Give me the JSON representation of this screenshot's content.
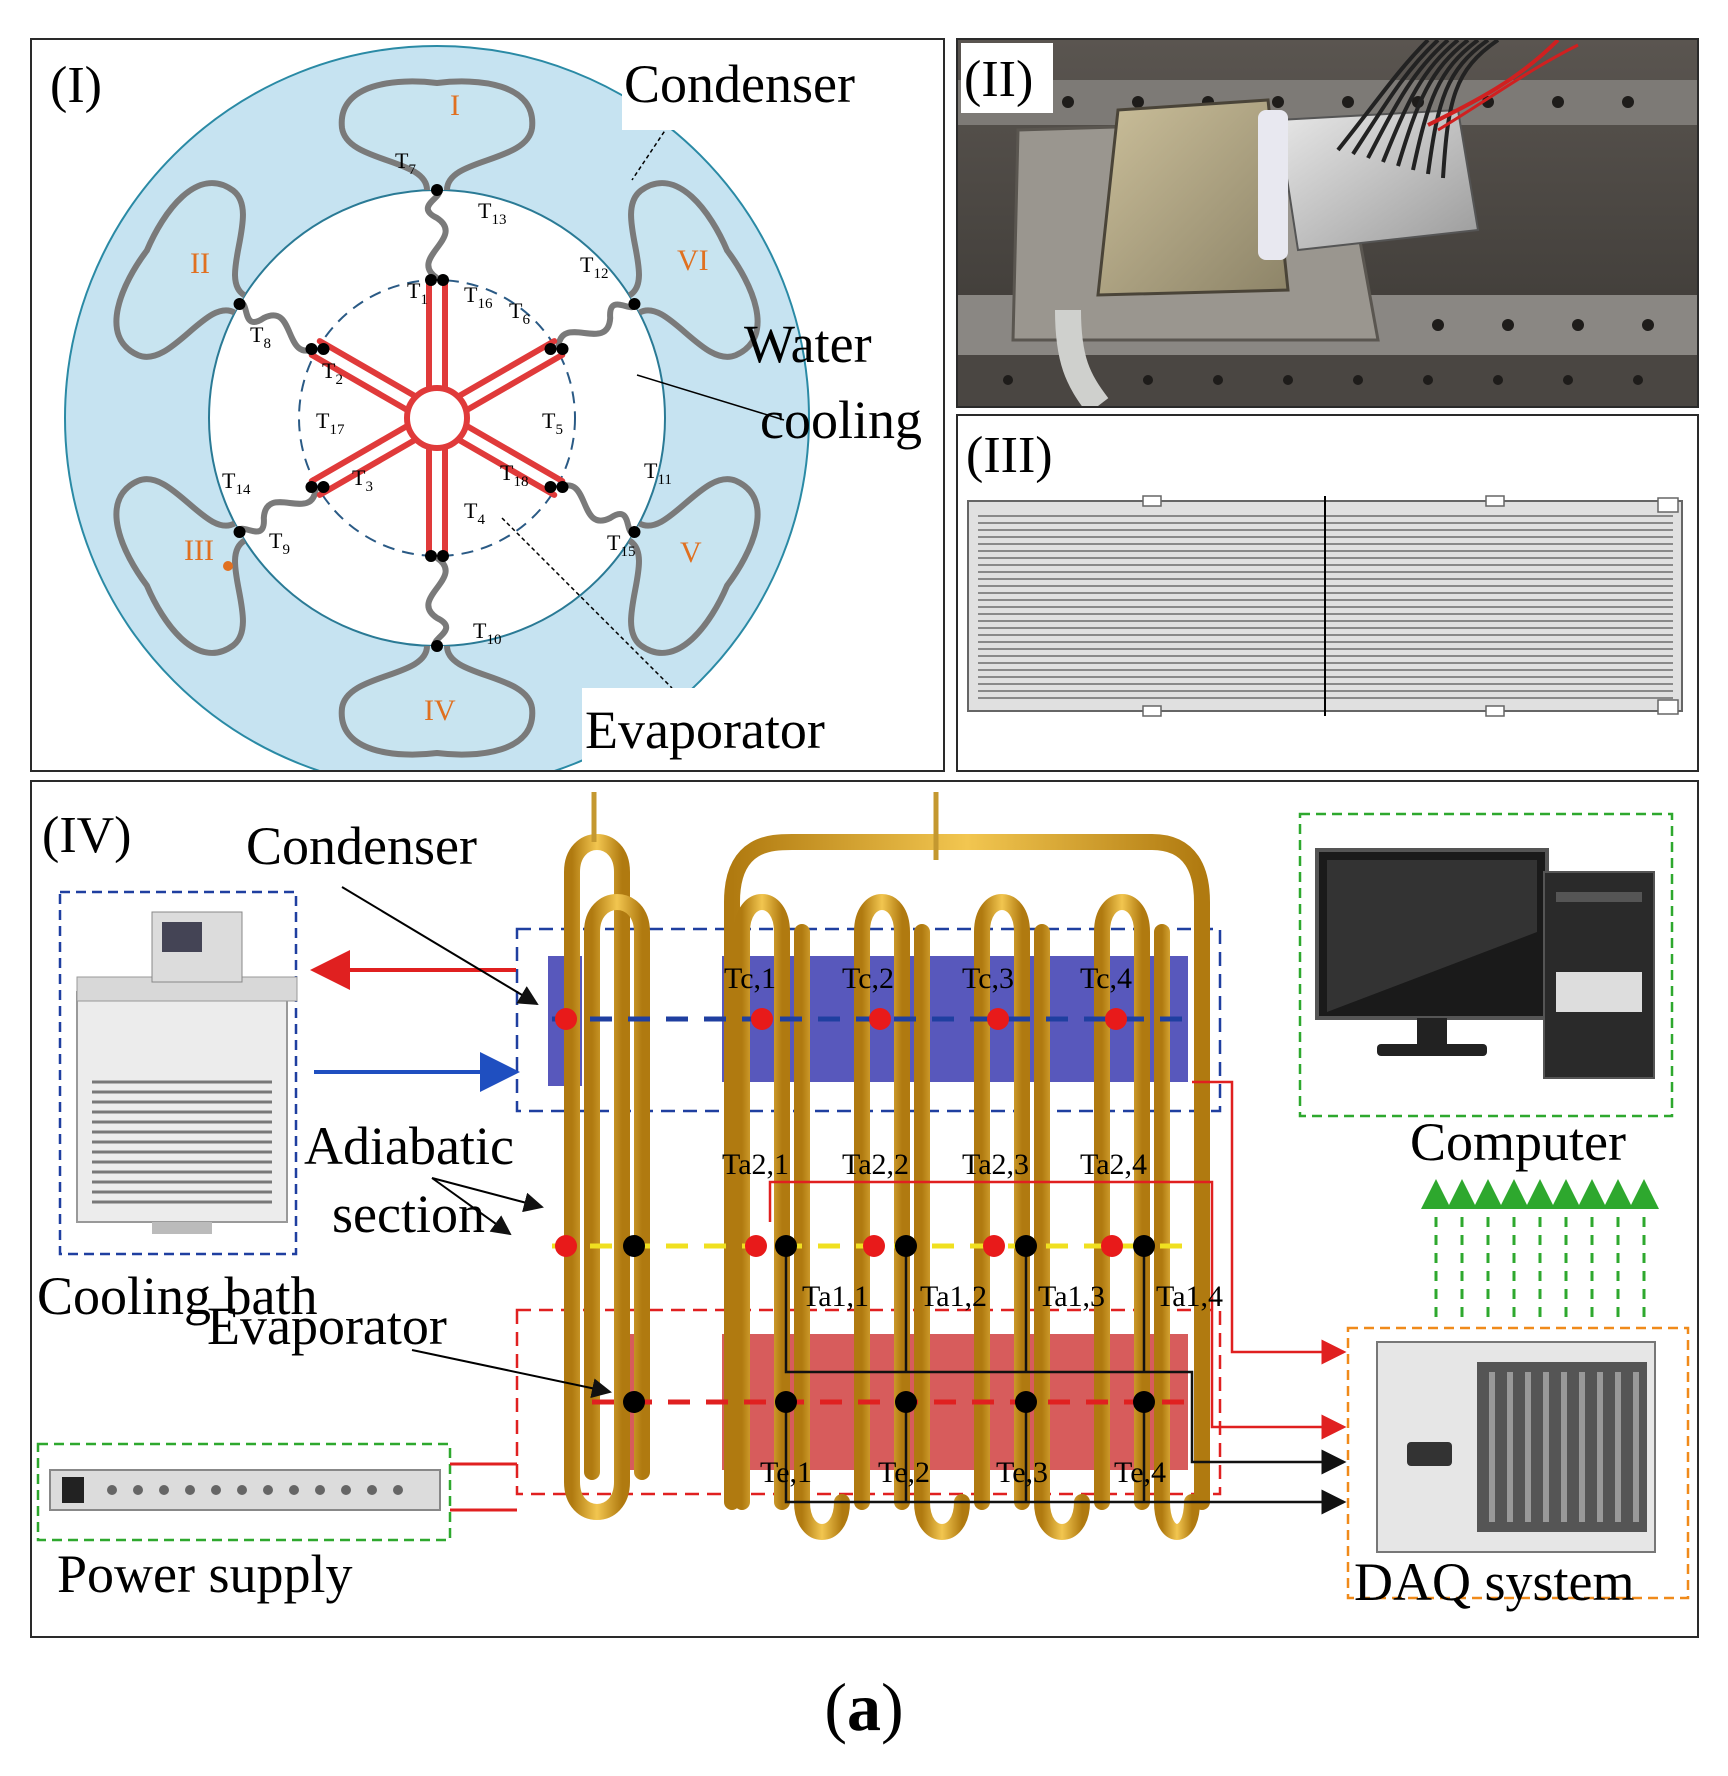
{
  "panel1": {
    "tag": "(I)",
    "condenser": "Condenser",
    "water": "Water",
    "cooling": "cooling",
    "evaporator": "Evaporator",
    "sectors": [
      "I",
      "II",
      "III",
      "IV",
      "V",
      "VI"
    ]
  },
  "panel2": {
    "tag": "(II)"
  },
  "panel3": {
    "tag": "(III)"
  },
  "panel4": {
    "tag": "(IV)",
    "condenser": "Condenser",
    "adiabatic_1": "Adiabatic",
    "adiabatic_2": "section",
    "evaporator": "Evaporator",
    "cooling_bath": "Cooling bath",
    "power_supply": "Power supply",
    "computer": "Computer",
    "daq": "DAQ system",
    "tc": [
      "Tc,1",
      "Tc,2",
      "Tc,3",
      "Tc,4"
    ],
    "ta2": [
      "Ta2,1",
      "Ta2,2",
      "Ta2,3",
      "Ta2,4"
    ],
    "ta1": [
      "Ta1,1",
      "Ta1,2",
      "Ta1,3",
      "Ta1,4"
    ],
    "te": [
      "Te,1",
      "Te,2",
      "Te,3",
      "Te,4"
    ]
  },
  "caption": {
    "open": "(",
    "letter": "a",
    "close": ")"
  },
  "colors": {
    "condenser": "#3b3bb0",
    "evaporator": "#e05050",
    "pipe": "#d9a520",
    "ring": "#c8e4f0"
  }
}
